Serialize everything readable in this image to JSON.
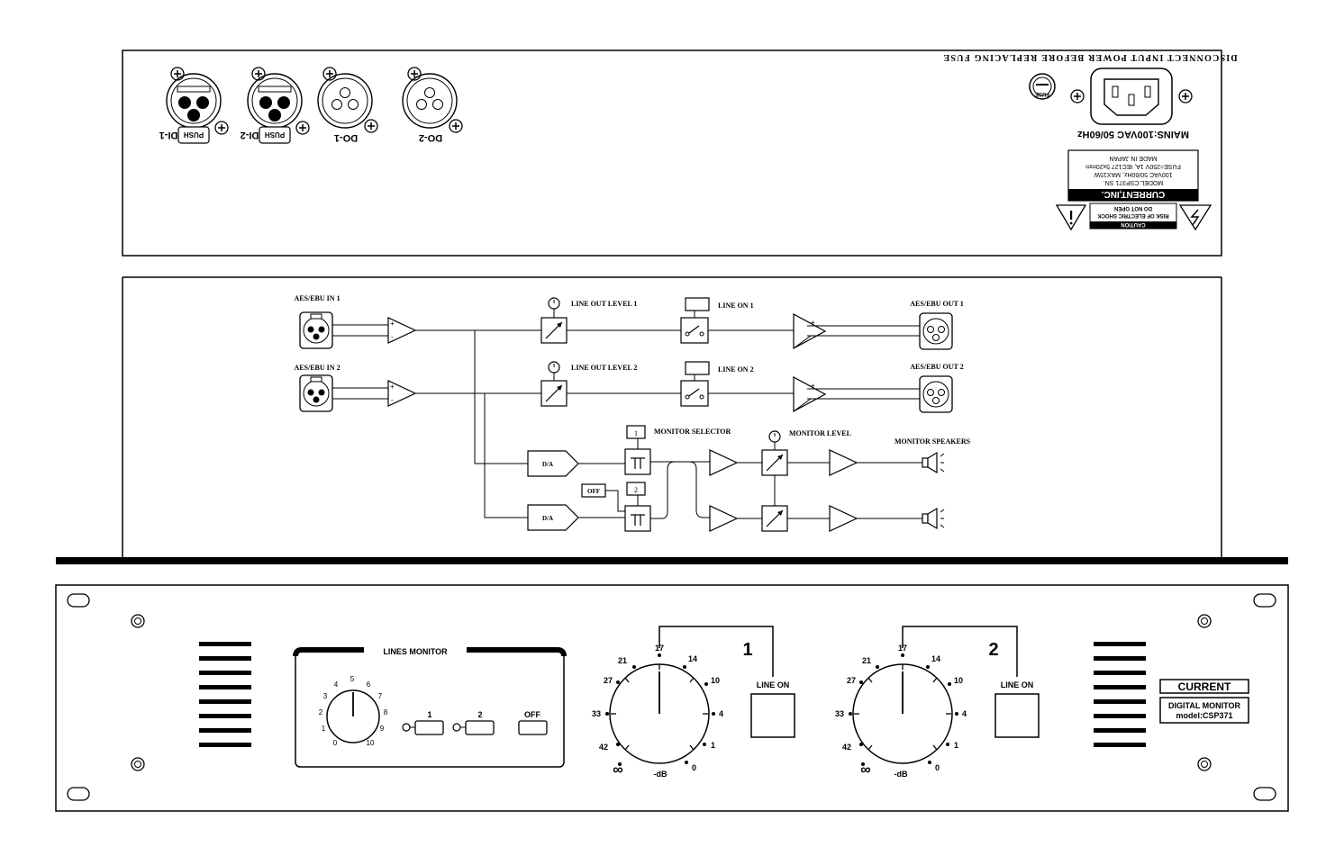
{
  "rear_panel": {
    "warning_top": "DISCONNECT INPUT POWER BEFORE REPLACING FUSE",
    "mains": "MAINS:100VAC 50/60Hz",
    "fuse_label": "FUSE",
    "connectors": [
      {
        "label": "DI-1",
        "push": "PUSH"
      },
      {
        "label": "DI-2",
        "push": "PUSH"
      },
      {
        "label": "DO-1"
      },
      {
        "label": "DO-2"
      }
    ],
    "plate": {
      "brand": "CURRENT,INC.",
      "model": "MODEL:CSP371 SN.",
      "power": "100VAC 50/60Hz, MAX15W",
      "fuse": "FUSE=250V 1A, IEC127 5x20mm",
      "origin": "MADE IN JAPAN"
    },
    "caution": {
      "title": "CAUTION",
      "line1": "RISK OF ELECTRIC SHOCK",
      "line2": "DO NOT OPEN"
    }
  },
  "block_diagram": {
    "in1": "AES/EBU IN 1",
    "in2": "AES/EBU IN 2",
    "out1": "AES/EBU OUT 1",
    "out2": "AES/EBU OUT 2",
    "line_out_level_1": "LINE OUT LEVEL 1",
    "line_out_level_2": "LINE OUT LEVEL 2",
    "line_on_1": "LINE  ON 1",
    "line_on_2": "LINE ON 2",
    "monitor_selector": "MONITOR SELECTOR",
    "monitor_level": "MONITOR LEVEL",
    "monitor_speakers": "MONITOR SPEAKERS",
    "da": "D/A",
    "off": "OFF",
    "sel1": "1",
    "sel2": "2",
    "plus": "+",
    "minus": "-"
  },
  "front_panel": {
    "lines_monitor": "LINES MONITOR",
    "small_knob_scale": [
      "0",
      "1",
      "2",
      "3",
      "4",
      "5",
      "6",
      "7",
      "8",
      "9",
      "10"
    ],
    "btn1": "1",
    "btn2": "2",
    "btn_off": "OFF",
    "atten_scale": [
      "∞",
      "42",
      "33",
      "27",
      "21",
      "17",
      "14",
      "10",
      "4",
      "1",
      "0"
    ],
    "db_label": "-dB",
    "channel1_number": "1",
    "channel2_number": "2",
    "line_on": "LINE ON",
    "brand": "CURRENT",
    "product_line1": "DIGITAL MONITOR",
    "product_line2": "model:CSP371"
  }
}
